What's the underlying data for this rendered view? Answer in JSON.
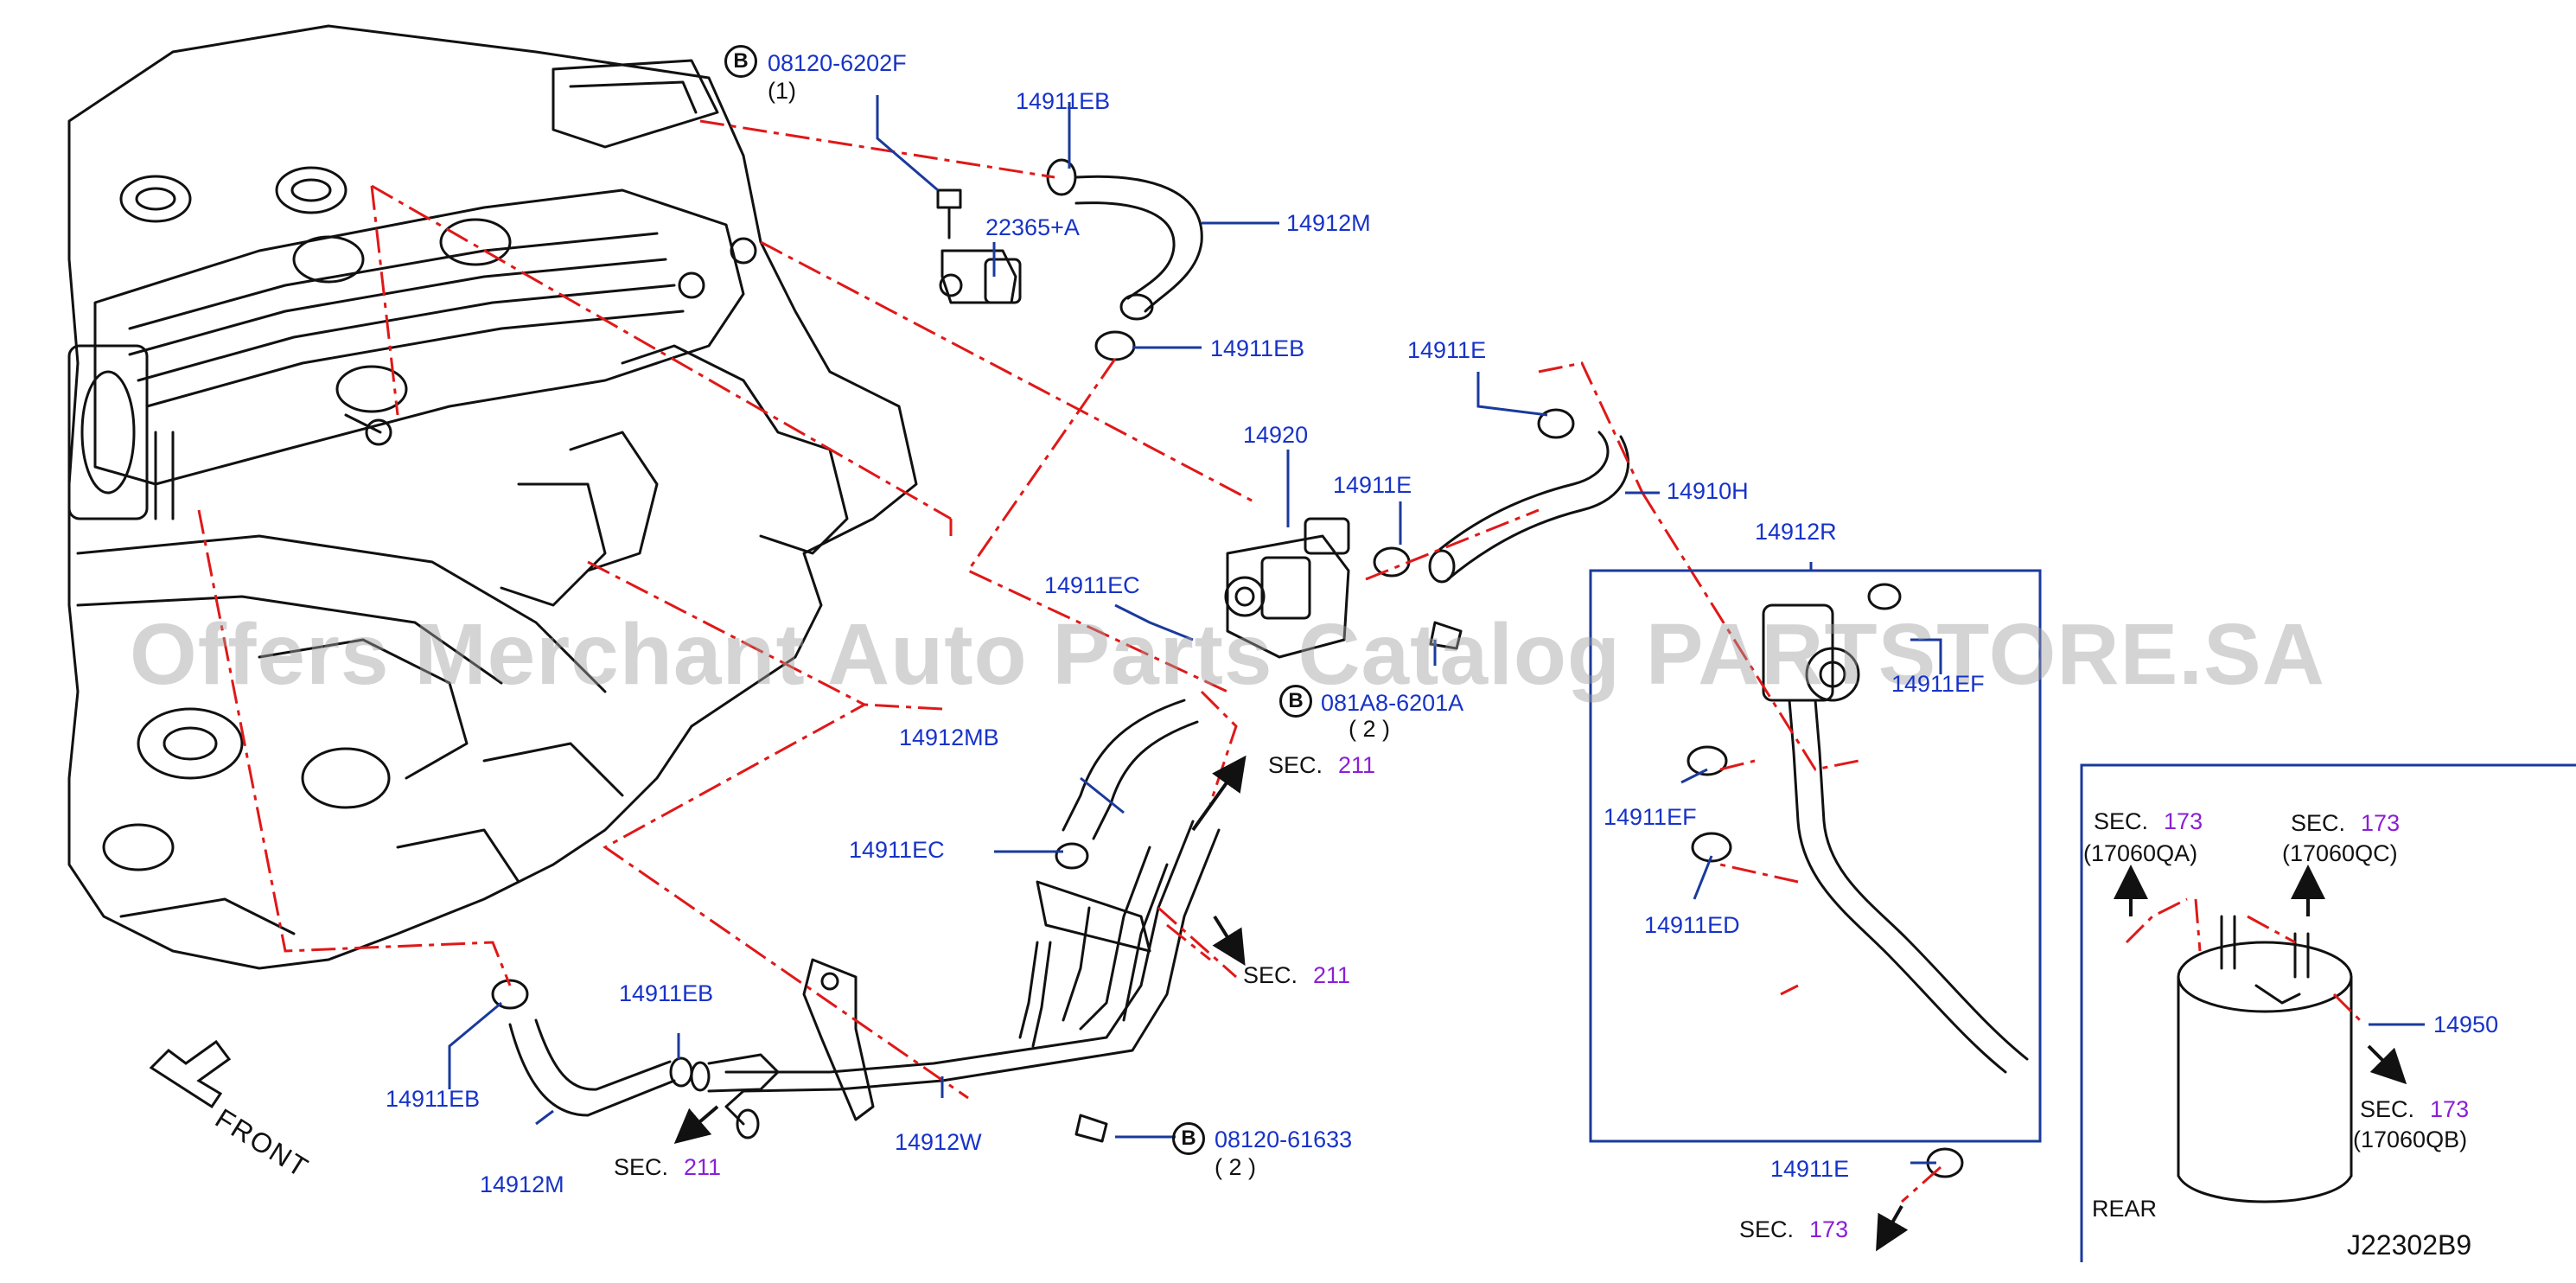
{
  "watermark": "Offers Merchant Auto Parts Catalog PARTSTORE.SA",
  "diagram_code": "J22302B9",
  "orientation": {
    "front": "FRONT",
    "rear": "REAR"
  },
  "bolt_marker": "B",
  "labels": {
    "bolt_08120_6202F": "08120-6202F",
    "bolt_08120_6202F_qty": "(1)",
    "p14911EB_top": "14911EB",
    "p22365A": "22365+A",
    "p14912M_top": "14912M",
    "p14911EB_mid": "14911EB",
    "p14911E_top": "14911E",
    "p14920": "14920",
    "p14911E_mid": "14911E",
    "p14910H": "14910H",
    "p14911EC_top": "14911EC",
    "bolt_081A8_6201A": "081A8-6201A",
    "bolt_081A8_6201A_qty": "( 2 )",
    "p14912MB": "14912MB",
    "p14911EC_low": "14911EC",
    "p14911EB_low": "14911EB",
    "p14911EB_bot": "14911EB",
    "p14912M_bot": "14912M",
    "p14912W": "14912W",
    "bolt_08120_61633": "08120-61633",
    "bolt_08120_61633_qty": "( 2 )",
    "p14912R": "14912R",
    "p14911EF_box": "14911EF",
    "p14911EF": "14911EF",
    "p14911ED": "14911ED",
    "p14911E_bot": "14911E",
    "p14950": "14950"
  },
  "sections": {
    "sec_word": "SEC.",
    "sec211_a": "211",
    "sec211_b": "211",
    "sec211_c": "211",
    "sec173_hose": "173",
    "sec173_qa": "173",
    "sec173_qa_code": "(17060QA)",
    "sec173_qc": "173",
    "sec173_qc_code": "(17060QC)",
    "sec173_qb": "173",
    "sec173_qb_code": "(17060QB)"
  },
  "colors": {
    "label_blue": "#1733c8",
    "section_purple": "#8a1fd6",
    "leader_red": "#e01818",
    "box_blue": "#1a3a9c",
    "line_black": "#111111"
  }
}
